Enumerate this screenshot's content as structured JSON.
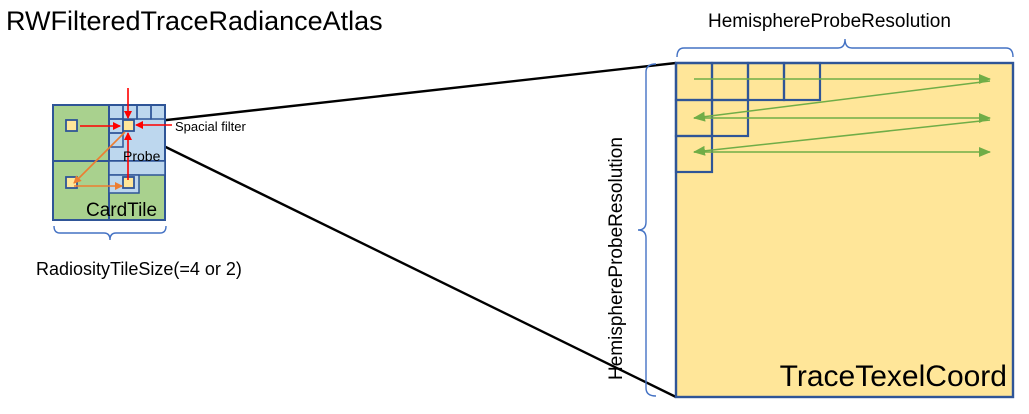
{
  "title": "RWFilteredTraceRadianceAtlas",
  "labels": {
    "spacial_filter": "Spacial filter",
    "probe": "Probe",
    "card_tile": "CardTile",
    "radiosity_tile_size": "RadiosityTileSize(=4 or 2)",
    "hemisphere_res_top": "HemisphereProbeResolution",
    "hemisphere_res_side": "HemisphereProbeResolution",
    "trace_texel_coord": "TraceTexelCoord"
  },
  "colors": {
    "green_fill": "#a9d18e",
    "blue_fill": "#bdd7ee",
    "yellow_fill": "#ffe699",
    "cell_border": "#2f5597",
    "bracket": "#4472c4",
    "filter_arrow": "#ff0000",
    "gather_arrow": "#ed7d31",
    "trace_arrow": "#70ad47",
    "connector": "#000000"
  }
}
